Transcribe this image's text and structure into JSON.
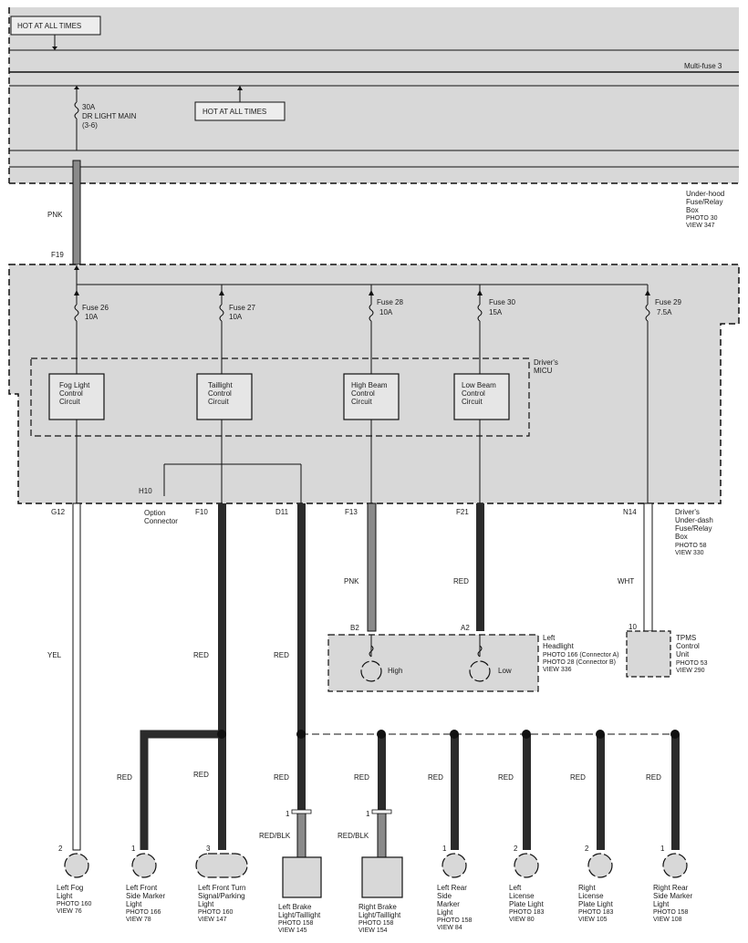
{
  "top_box": {
    "hot_label_1": "HOT AT ALL TIMES",
    "hot_label_2": "HOT AT ALL TIMES",
    "multifuse": "Multi-fuse 3",
    "fuse_amp": "30A",
    "fuse_name": "DR LIGHT MAIN",
    "fuse_ref": "(3-6)",
    "box_name": [
      "Under-hood",
      "Fuse/Relay",
      "Box"
    ],
    "photo": "PHOTO 30",
    "view": "VIEW 347"
  },
  "feed": {
    "wire_color": "PNK",
    "terminal": "F19"
  },
  "dash_box": {
    "name": [
      "Driver's",
      "Under-dash",
      "Fuse/Relay",
      "Box"
    ],
    "photo": "PHOTO 58",
    "view": "VIEW 330",
    "micu": [
      "Driver's",
      "MICU"
    ]
  },
  "fuses": [
    {
      "name": "Fuse 26",
      "amp": "10A"
    },
    {
      "name": "Fuse 27",
      "amp": "10A"
    },
    {
      "name": "Fuse 28",
      "amp": "10A"
    },
    {
      "name": "Fuse 30",
      "amp": "15A"
    },
    {
      "name": "Fuse 29",
      "amp": "7.5A"
    }
  ],
  "circuits": [
    [
      "Fog Light",
      "Control",
      "Circuit"
    ],
    [
      "Taillight",
      "Control",
      "Circuit"
    ],
    [
      "High Beam",
      "Control",
      "Circuit"
    ],
    [
      "Low Beam",
      "Control",
      "Circuit"
    ]
  ],
  "option": {
    "terminal": "H10",
    "label": [
      "Option",
      "Connector"
    ]
  },
  "terminals": [
    "G12",
    "F10",
    "D11",
    "F13",
    "F21",
    "N14"
  ],
  "wire_labels": {
    "yel": "YEL",
    "red_f10": "RED",
    "red_d11": "RED",
    "pnk": "PNK",
    "red_f21": "RED",
    "wht": "WHT"
  },
  "headlight": {
    "pin_b2": "B2",
    "pin_a2": "A2",
    "high": "High",
    "low": "Low",
    "name": [
      "Left",
      "Headlight"
    ],
    "photo_a": "PHOTO 166 (Connector A)",
    "photo_b": "PHOTO 28 (Connector B)",
    "view": "VIEW 336"
  },
  "tpms": {
    "pin": "10",
    "name": [
      "TPMS",
      "Control",
      "Unit"
    ],
    "photo": "PHOTO 53",
    "view": "VIEW 290"
  },
  "branch_wires": [
    "RED",
    "RED",
    "RED",
    "RED",
    "RED",
    "RED",
    "RED",
    "RED"
  ],
  "red_blk": [
    "RED/BLK",
    "RED/BLK"
  ],
  "bulbs": [
    {
      "pin": "2",
      "name": [
        "Left Fog",
        "Light"
      ],
      "photo": "PHOTO 160",
      "view": "VIEW 76"
    },
    {
      "pin": "1",
      "name": [
        "Left Front",
        "Side Marker",
        "Light"
      ],
      "photo": "PHOTO 166",
      "view": "VIEW 78"
    },
    {
      "pin": "3",
      "name": [
        "Left Front Turn",
        "Signal/Parking",
        "Light"
      ],
      "photo": "PHOTO 160",
      "view": "VIEW 147"
    },
    {
      "pin": "1",
      "name": [
        "Left Brake",
        "Light/Taillight"
      ],
      "photo": "PHOTO 158",
      "view": "VIEW 145"
    },
    {
      "pin": "1",
      "name": [
        "Right Brake",
        "Light/Taillight"
      ],
      "photo": "PHOTO 158",
      "view": "VIEW 154"
    },
    {
      "pin": "1",
      "name": [
        "Left Rear",
        "Side",
        "Marker",
        "Light"
      ],
      "photo": "PHOTO 158",
      "view": "VIEW 84"
    },
    {
      "pin": "2",
      "name": [
        "Left",
        "License",
        "Plate Light"
      ],
      "photo": "PHOTO 183",
      "view": "VIEW 80"
    },
    {
      "pin": "2",
      "name": [
        "Right",
        "License",
        "Plate Light"
      ],
      "photo": "PHOTO 183",
      "view": "VIEW 105"
    },
    {
      "pin": "1",
      "name": [
        "Right Rear",
        "Side Marker",
        "Light"
      ],
      "photo": "PHOTO 158",
      "view": "VIEW 108"
    }
  ],
  "colors": {
    "box_fill": "#d8d8d8",
    "wire_dark": "#2b2b2b",
    "wire_mid": "#8a8a8a"
  }
}
